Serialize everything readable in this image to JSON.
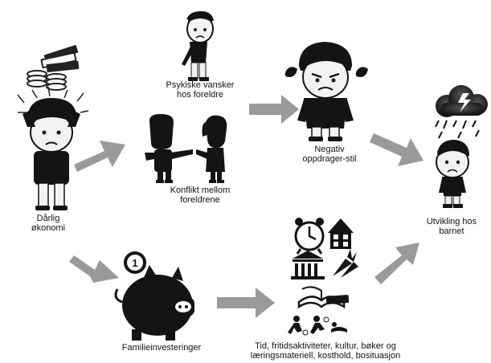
{
  "nodes": {
    "bad_economy": {
      "line1": "Dårlig",
      "line2": "økonomi"
    },
    "psych": {
      "line1": "Psykiske vansker",
      "line2": "hos foreldre"
    },
    "conflict": {
      "line1": "Konflikt mellom",
      "line2": "foreldrene"
    },
    "negative": {
      "line1": "Negativ",
      "line2": "oppdrager-stil"
    },
    "child": {
      "line1": "Utvikling hos",
      "line2": "barnet"
    },
    "invest": {
      "line1": "Familieinvesteringer"
    },
    "resources": {
      "line1": "Tid, fritidsaktiviteter, kultur, bøker og",
      "line2": "læringsmateriell, kosthold, bosituasjon"
    }
  },
  "icons": [
    "stressed-man-icon",
    "money-stack-icon",
    "sad-person-icon",
    "arguing-couple-icon",
    "angry-man-icon",
    "storm-cloud-icon",
    "sad-child-icon",
    "piggy-bank-icon",
    "coin-icon",
    "alarm-clock-icon",
    "house-icon",
    "museum-icon",
    "carrot-icon",
    "book-icon",
    "sports-icon"
  ],
  "colors": {
    "arrow": "#9a9a9a",
    "figure": "#141414",
    "skin": "#f2f2f2"
  }
}
